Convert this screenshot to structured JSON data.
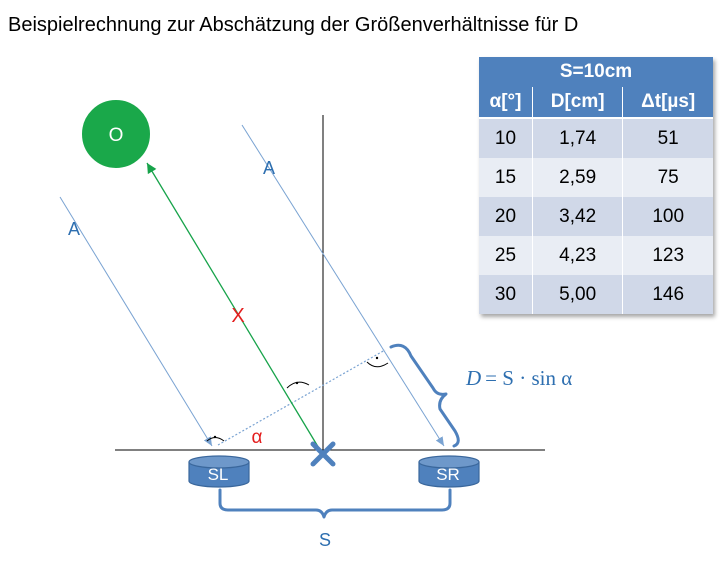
{
  "title": "Beispielrechnung zur Abschätzung der Größenverhältnisse für D",
  "labels": {
    "object": "O",
    "ray_left": "A",
    "ray_right": "A",
    "x": "X",
    "alpha": "α",
    "sensor_left": "SL",
    "sensor_right": "SR",
    "spacing": "S",
    "formula_lhs": "D",
    "formula_rhs": "= S · sin α"
  },
  "colors": {
    "accent_blue": "#4f81bd",
    "ray_blue": "#7aa3d2",
    "green": "#17a34a",
    "object_green": "#1aa84a",
    "red": "#e41e1e",
    "formula_blue": "#2e6fb0"
  },
  "table": {
    "header": "S=10cm",
    "columns": [
      "α[°]",
      "D[cm]",
      "Δt[µs]"
    ],
    "rows": [
      [
        "10",
        "1,74",
        "51"
      ],
      [
        "15",
        "2,59",
        "75"
      ],
      [
        "20",
        "3,42",
        "100"
      ],
      [
        "25",
        "4,23",
        "123"
      ],
      [
        "30",
        "5,00",
        "146"
      ]
    ]
  }
}
